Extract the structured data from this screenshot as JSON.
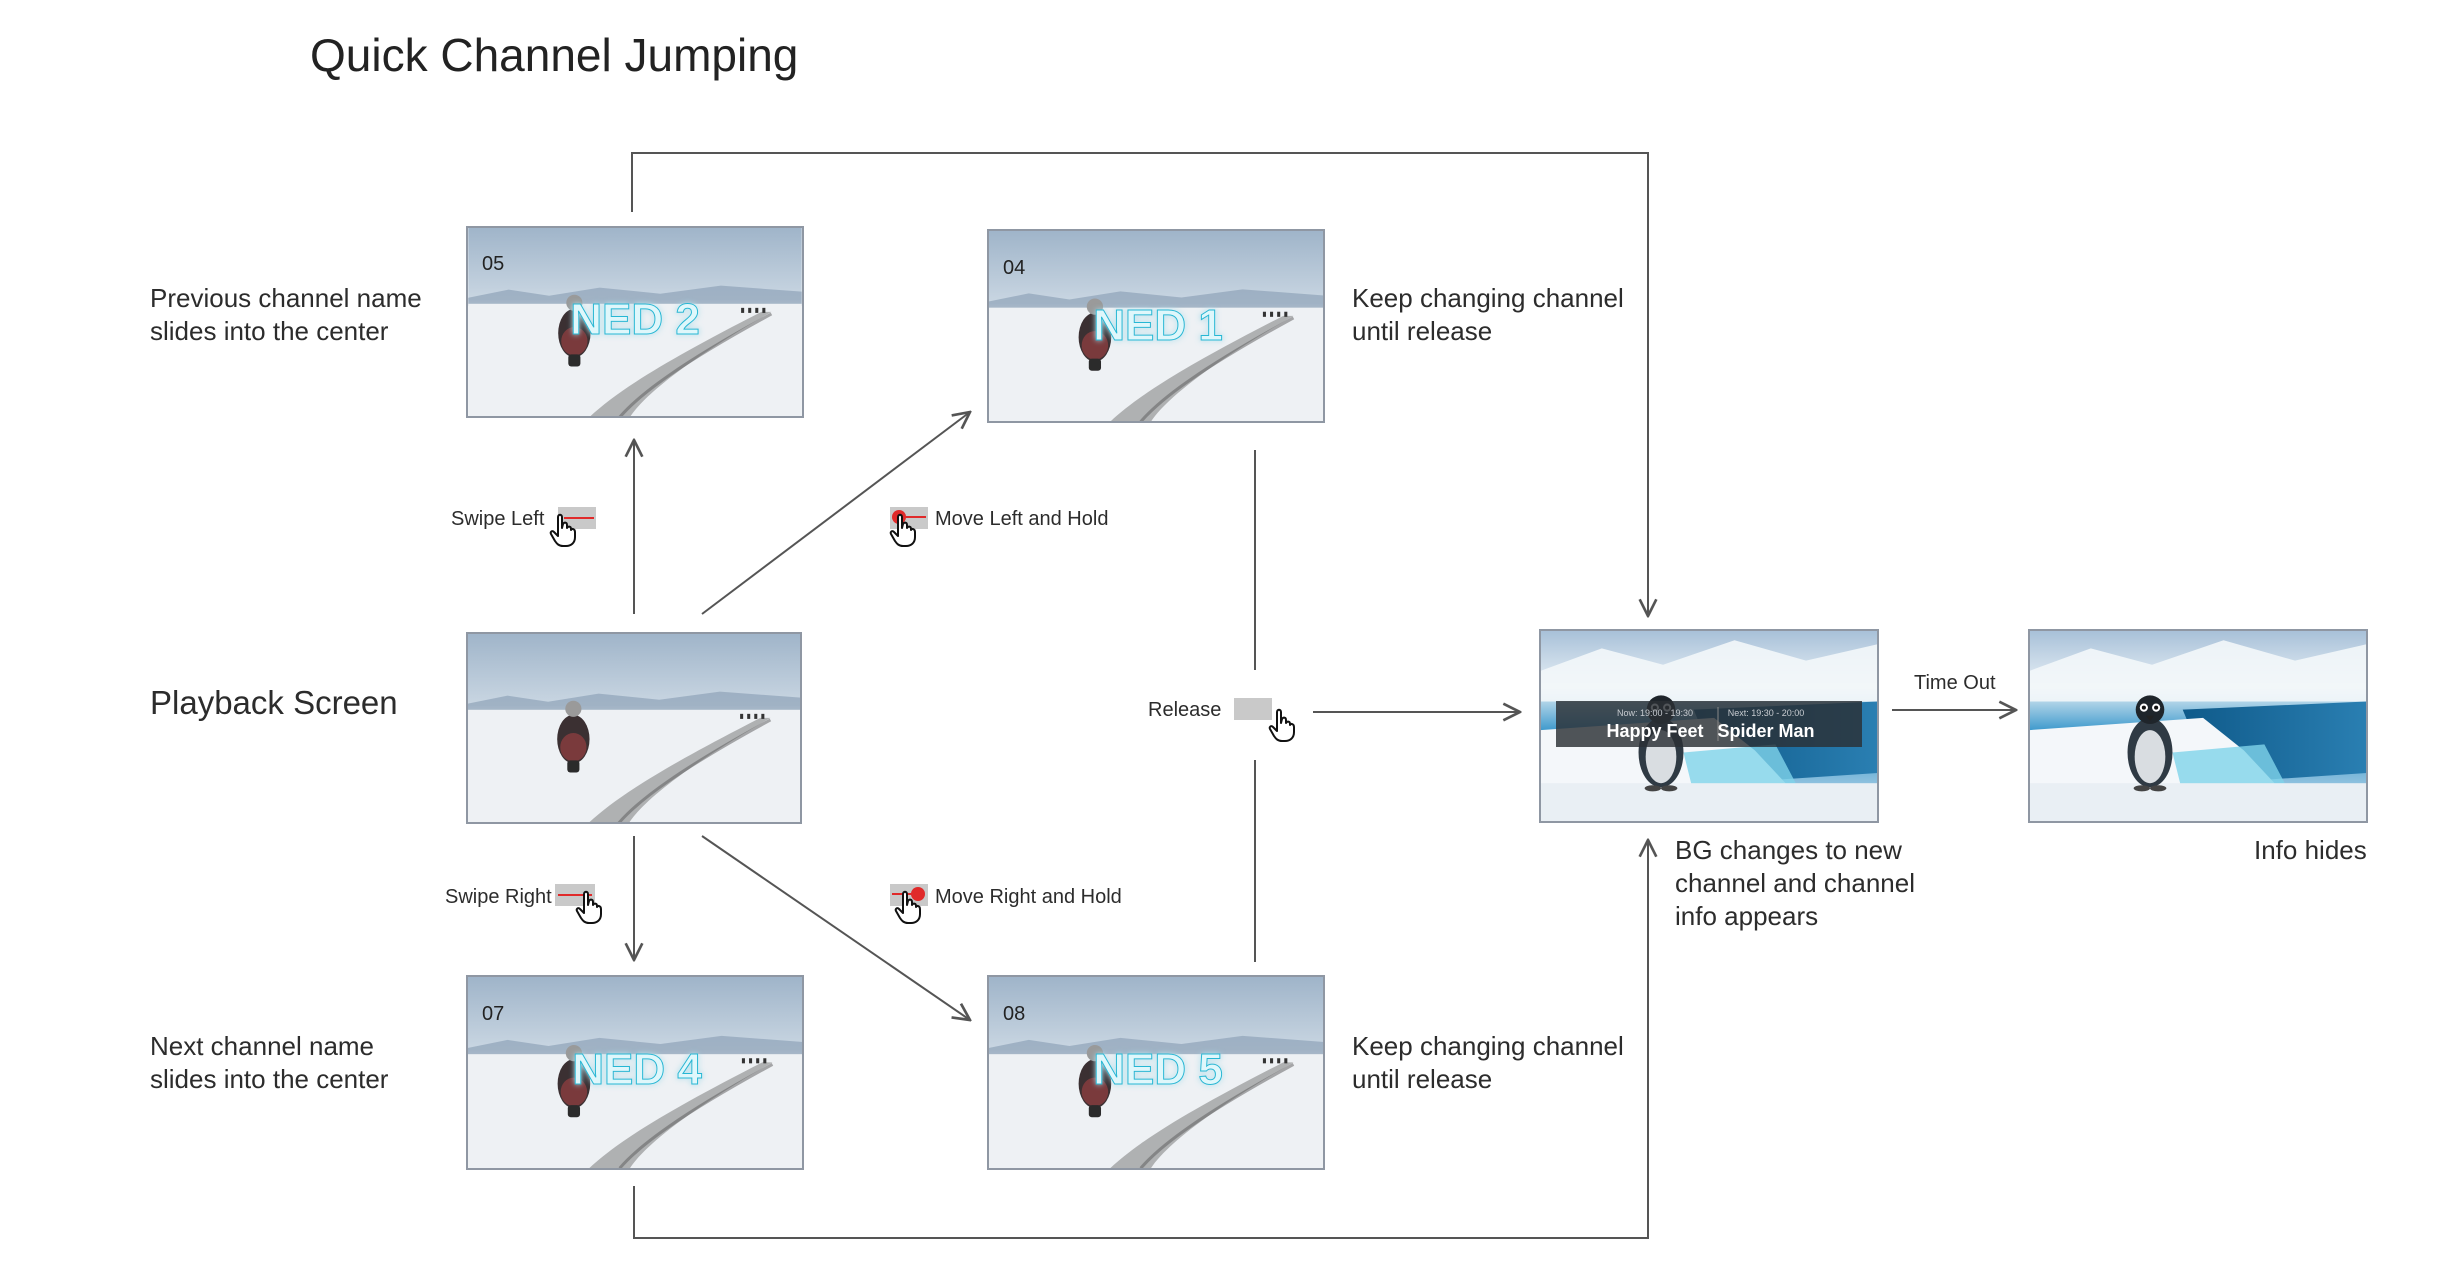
{
  "title": "Quick Channel Jumping",
  "labels": {
    "previous": "Previous channel name\nslides into the center",
    "playback": "Playback Screen",
    "next": "Next channel name\nslides into the center",
    "keep_top": "Keep changing channel\nuntil release",
    "keep_bottom": "Keep changing channel\nuntil release",
    "bg_changes": "BG changes to new\nchannel and channel\ninfo appears",
    "info_hides": "Info hides"
  },
  "gestures": {
    "swipe_left": "Swipe Left",
    "swipe_right": "Swipe Right",
    "move_left_hold": "Move Left and Hold",
    "move_right_hold": "Move Right and Hold",
    "release": "Release",
    "time_out": "Time Out"
  },
  "screens": {
    "prev": {
      "number": "05",
      "channel": "NED 2"
    },
    "hold_left": {
      "number": "04",
      "channel": "NED 1"
    },
    "next": {
      "number": "07",
      "channel": "NED 4"
    },
    "hold_right": {
      "number": "08",
      "channel": "NED 5"
    }
  },
  "info_bar": {
    "now_time": "Now: 19:00 - 19:30",
    "now_title": "Happy Feet",
    "next_time": "Next: 19:30 - 20:00",
    "next_title": "Spider Man"
  },
  "colors": {
    "line": "#555555",
    "channel_text": "#dff7fb",
    "channel_glow": "#26b7d4",
    "touch_dot": "#e02a2a",
    "pad": "#c9c9c9"
  }
}
